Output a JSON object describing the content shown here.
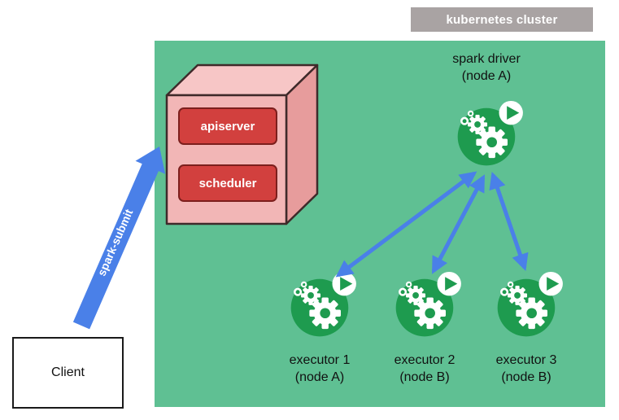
{
  "cluster_label": "kubernetes cluster",
  "cube": {
    "apiserver": "apiserver",
    "scheduler": "scheduler"
  },
  "driver": {
    "title": "spark driver",
    "node": "(node A)"
  },
  "executors": [
    {
      "title": "executor 1",
      "node": "(node A)"
    },
    {
      "title": "executor 2",
      "node": "(node B)"
    },
    {
      "title": "executor 3",
      "node": "(node B)"
    }
  ],
  "spark_submit_label": "spark-submit",
  "client_label": "Client",
  "icons": {
    "spark_node": "gears-with-play-badge",
    "arrow": "double-headed-arrow"
  },
  "colors": {
    "cluster_bg": "#5fc093",
    "cluster_label_bg": "#a9a3a3",
    "arrow_blue": "#4a80e8",
    "cube_front": "#f2b6b6",
    "cube_top": "#f7c6c6",
    "cube_side": "#e79c9c",
    "cube_border": "#3f2a2a",
    "button_bg": "#d2403e",
    "button_border": "#7c1f1d",
    "icon_green": "#1e9b4f"
  }
}
